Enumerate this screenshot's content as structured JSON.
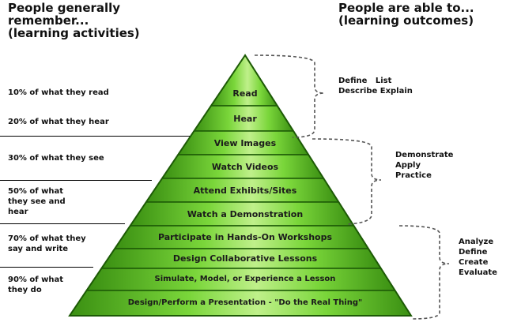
{
  "header_left": {
    "line1": "People generally",
    "line2": "remember...",
    "line3": "(learning activities)"
  },
  "header_right": {
    "line1": "People are able to...",
    "line2": "(learning outcomes)"
  },
  "left_texts": [
    {
      "lines": [
        "10% of what they read"
      ]
    },
    {
      "lines": [
        "20% of what they hear"
      ]
    },
    {
      "lines": [
        "30% of what they see"
      ]
    },
    {
      "lines": [
        "50% of what",
        "they see and",
        "hear"
      ]
    },
    {
      "lines": [
        "70% of what they",
        "say and write"
      ]
    },
    {
      "lines": [
        "90% of what",
        "they do"
      ]
    }
  ],
  "layers": [
    "Read",
    "Hear",
    "View Images",
    "Watch Videos",
    "Attend Exhibits/Sites",
    "Watch a Demonstration",
    "Participate in Hands-On Workshops",
    "Design Collaborative Lessons",
    "Simulate, Model, or Experience a Lesson",
    "Design/Perform a Presentation - \"Do the Real Thing\""
  ],
  "brackets": [
    {
      "lines": [
        "Define   List",
        "Describe Explain"
      ]
    },
    {
      "lines": [
        "Demonstrate",
        "Apply",
        "Practice"
      ]
    },
    {
      "lines": [
        "Analyze",
        "Define",
        "Create",
        "Evaluate"
      ]
    }
  ],
  "colors": {
    "pyramid_light": "#bff08a",
    "pyramid_mid": "#6fcf2e",
    "pyramid_dark": "#3a8f12",
    "outline": "#1d5a06"
  }
}
